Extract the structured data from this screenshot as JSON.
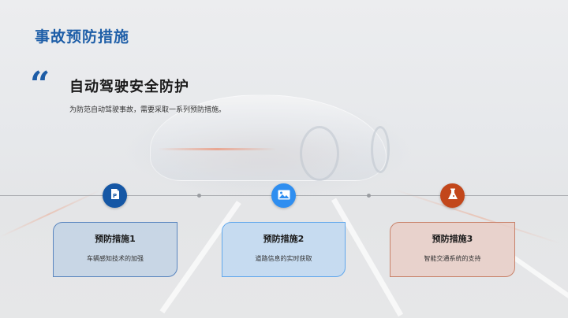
{
  "header": {
    "page_title": "事故预防措施"
  },
  "section": {
    "quote_glyph": "“",
    "title": "自动驾驶安全防护",
    "description": "为防范自动驾驶事故，需要采取一系列预防措施。"
  },
  "colors": {
    "title_blue": "#1f5fa8",
    "card1_border": "#5a86bf",
    "card1_fill": "#c8d6e6",
    "card2_border": "#62a8ec",
    "card2_fill": "#c5dcf2",
    "card3_border": "#c8826a",
    "card3_fill": "#e8d2cc",
    "icon1": "#1557a5",
    "icon2": "#2f8ef0",
    "icon3": "#c2471b",
    "timeline": "#a9acb0"
  },
  "measures": [
    {
      "icon": "document-p-icon",
      "title": "预防措施1",
      "description": "车辆感知技术的加强"
    },
    {
      "icon": "image-icon",
      "title": "预防措施2",
      "description": "道路信息的实时获取"
    },
    {
      "icon": "flask-icon",
      "title": "预防措施3",
      "description": "智能交通系统的支持"
    }
  ]
}
